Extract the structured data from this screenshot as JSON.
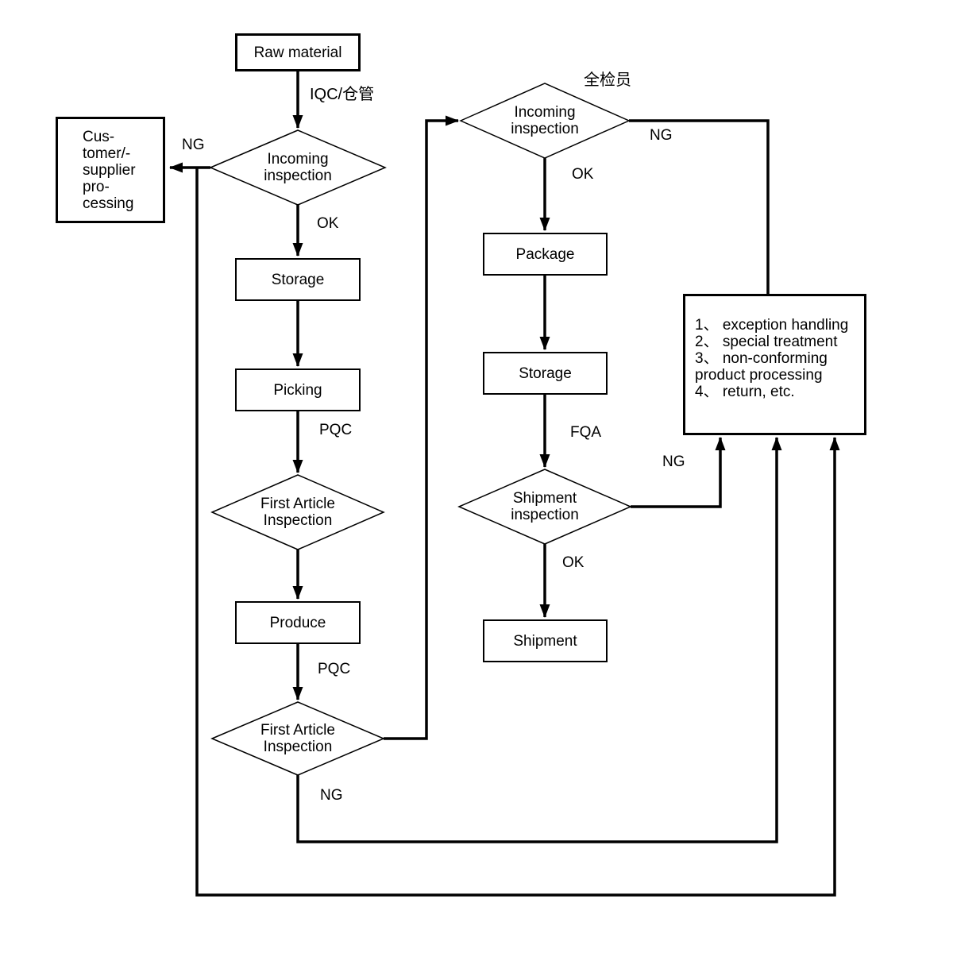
{
  "diagram": {
    "nodes": {
      "raw_material": "Raw material",
      "incoming_inspection_left": "Incoming\ninspection",
      "customer_supplier": "Cus-\ntomer/-\nsupplier\npro-\ncessing",
      "storage_left": "Storage",
      "picking": "Picking",
      "first_article_inspection_1": "First Article\nInspection",
      "produce": "Produce",
      "first_article_inspection_2": "First Article\nInspection",
      "incoming_inspection_right": "Incoming\ninspection",
      "package": "Package",
      "storage_right": "Storage",
      "shipment_inspection": "Shipment\ninspection",
      "shipment": "Shipment",
      "exception_handling": "1、 exception handling\n2、 special treatment\n3、 non-conforming\nproduct processing\n4、 return, etc."
    },
    "edge_labels": {
      "iqc_warehouse": "IQC/仓管",
      "full_inspector": "全检员",
      "ng_incoming_left": "NG",
      "ok_incoming_left": "OK",
      "pqc_1": "PQC",
      "pqc_2": "PQC",
      "ng_fai_2": "NG",
      "ng_incoming_right": "NG",
      "ok_incoming_right": "OK",
      "fqa": "FQA",
      "ng_shipment": "NG",
      "ok_shipment": "OK"
    },
    "colors": {
      "line": "#000000",
      "background": "#ffffff",
      "node_fill": "#ffffff"
    }
  }
}
